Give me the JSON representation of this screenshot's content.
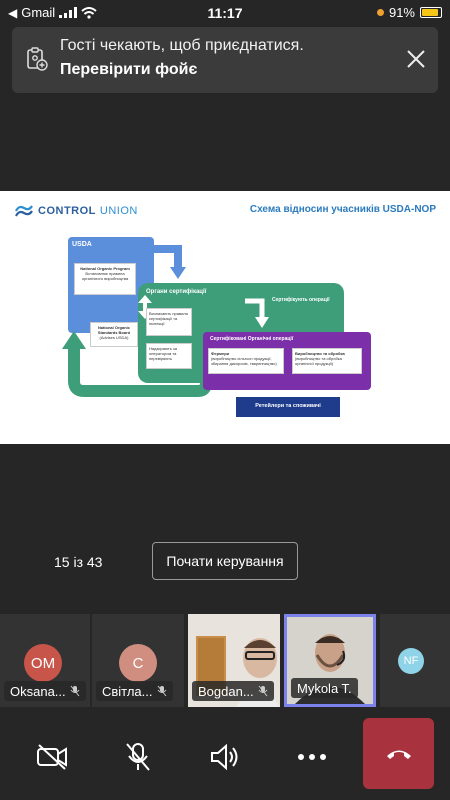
{
  "status_bar": {
    "back_app": "Gmail",
    "time": "11:17",
    "battery": "91%",
    "battery_level": 0.91
  },
  "banner": {
    "line1": "Гості чекають, щоб приєднатися.",
    "line2": "Перевірити фойє"
  },
  "slide": {
    "logo_control": "CONTROL",
    "logo_union": "UNION",
    "title": "Схема відносин учасників USDA-NOP",
    "usda": "USDA",
    "nop": "National Organic Program",
    "nop_sub": "Встановлює правила органічного виробництва",
    "nosb": "National Organic Standards Board",
    "nosb_sub": "(Advises USDA)",
    "cert_bodies": "Органи сертифікації",
    "cert_text1": "Визначають правила сертифікації та інспекції",
    "cert_text2": "Надзирають за оператором та перевіряють",
    "certify_ops": "Сертифікують операції",
    "cert_organic_ops": "Сертифіковані Органічні операції",
    "farmers": "Фермери",
    "farmers_sub": "(виробництво сільгосп продукції, збирання дикоросів, тваринництво)",
    "processors": "Виробництво та обробка",
    "processors_sub": "(виробництво та обробка органічної продукції)",
    "retailers": "Ретейлери та споживачі"
  },
  "presentation": {
    "page_counter": "15 із 43",
    "take_control": "Почати керування"
  },
  "participants": [
    {
      "initials": "OM",
      "name": "Oksana...",
      "color": "#c8554a"
    },
    {
      "initials": "С",
      "name": "Світла...",
      "color": "#cf8e80"
    },
    {
      "initials": "",
      "name": "Bogdan...",
      "color": ""
    },
    {
      "initials": "",
      "name": "Mykola T.",
      "color": ""
    },
    {
      "initials": "NF",
      "name": "",
      "color": "#8fd3e8"
    }
  ],
  "controls": {
    "camera": "camera-off-icon",
    "mic": "mic-off-icon",
    "speaker": "speaker-icon",
    "more": "more-icon",
    "end": "hang-up-icon"
  }
}
